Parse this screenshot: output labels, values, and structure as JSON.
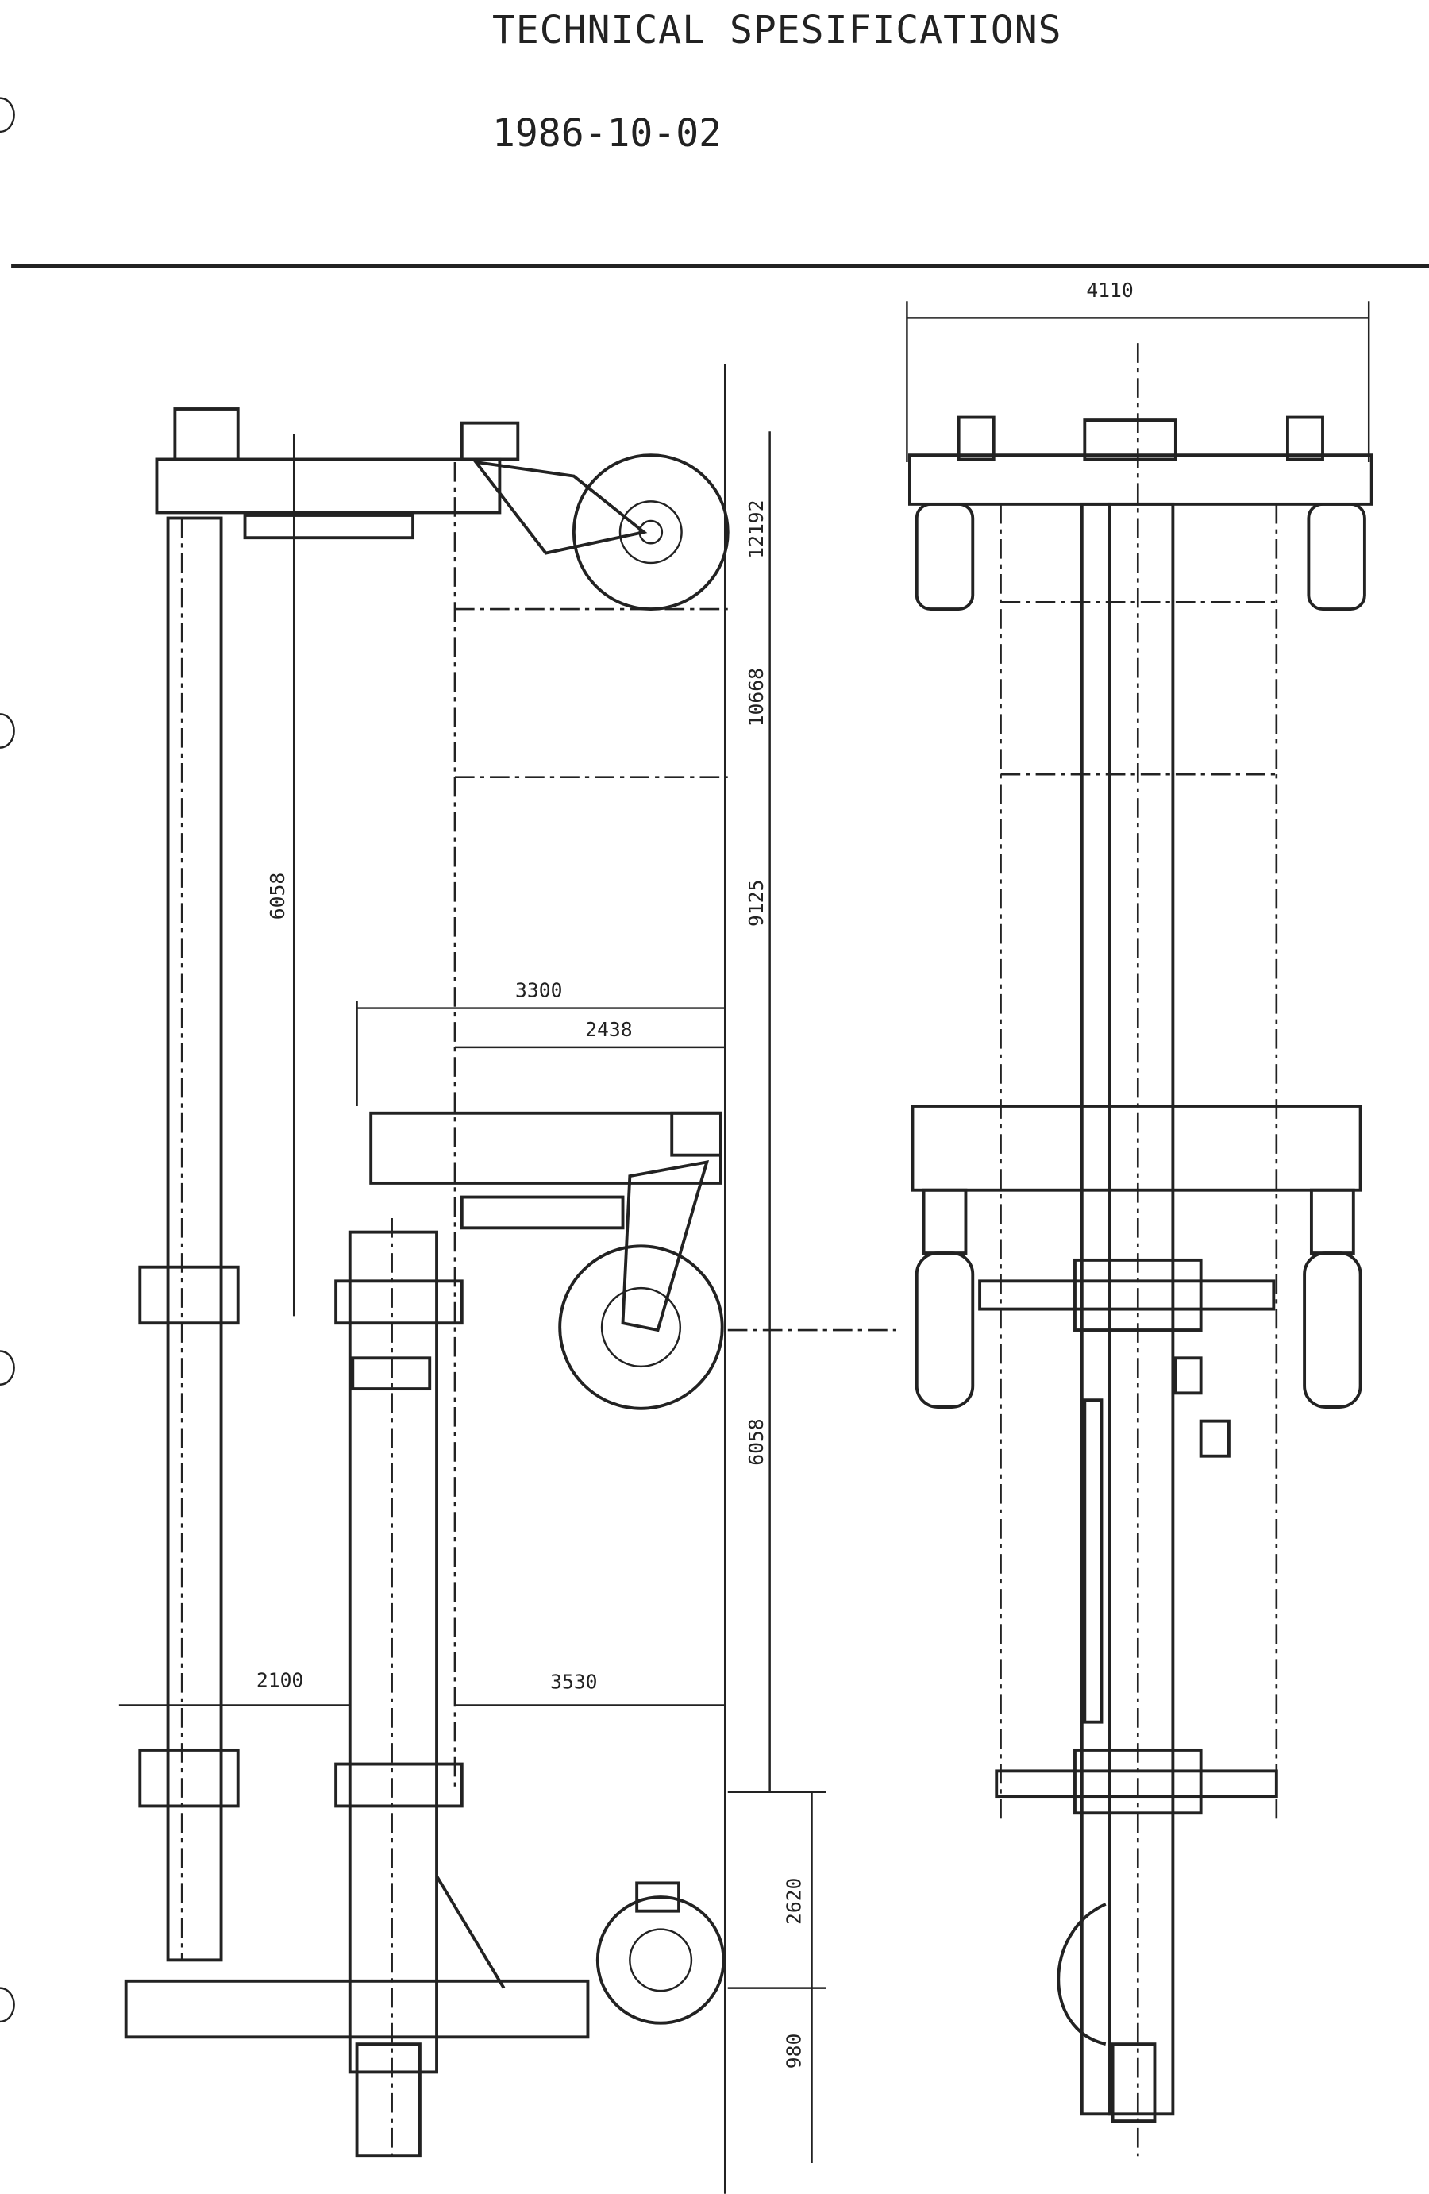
{
  "header": {
    "title": "TECHNICAL SPESIFICATIONS",
    "date": "1986-10-02"
  },
  "dimensions": {
    "top_width": "4110",
    "d12192": "12192",
    "d10668": "10668",
    "d9125": "9125",
    "left_height": "6058",
    "d3300": "3300",
    "d2438": "2438",
    "right_height": "6058",
    "d2100": "2100",
    "d3530": "3530",
    "d2620": "2620",
    "d980": "980"
  }
}
